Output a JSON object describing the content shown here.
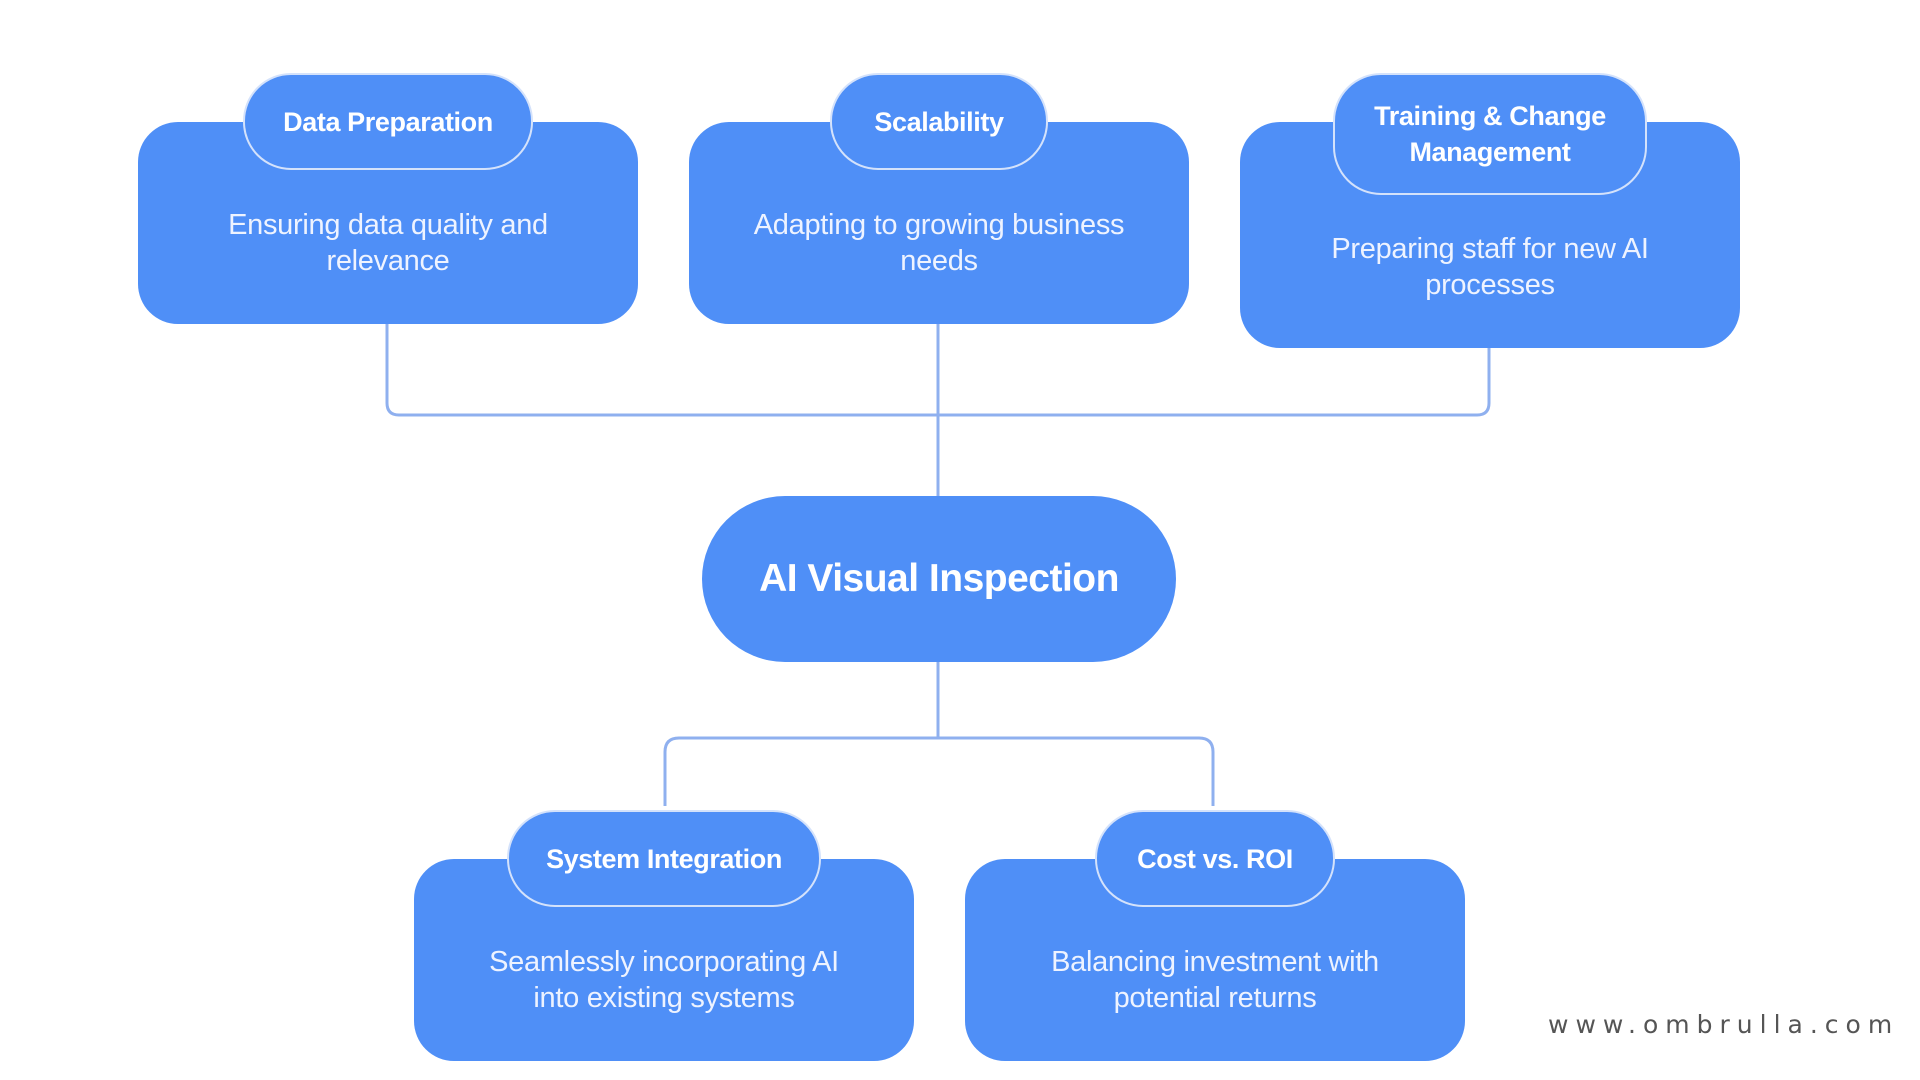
{
  "diagram": {
    "center": {
      "label": "AI Visual Inspection"
    },
    "top_nodes": [
      {
        "title": "Data Preparation",
        "description": "Ensuring data quality and relevance"
      },
      {
        "title": "Scalability",
        "description": "Adapting to growing business needs"
      },
      {
        "title": "Training & Change Management",
        "description": "Preparing staff for new AI processes"
      }
    ],
    "bottom_nodes": [
      {
        "title": "System Integration",
        "description": "Seamlessly incorporating AI into existing systems"
      },
      {
        "title": "Cost vs. ROI",
        "description": "Balancing investment with potential returns"
      }
    ],
    "colors": {
      "node_fill": "#4f8ff7",
      "connector": "#8fb0ef",
      "text": "#ffffff"
    }
  },
  "watermark": "www.ombrulla.com"
}
